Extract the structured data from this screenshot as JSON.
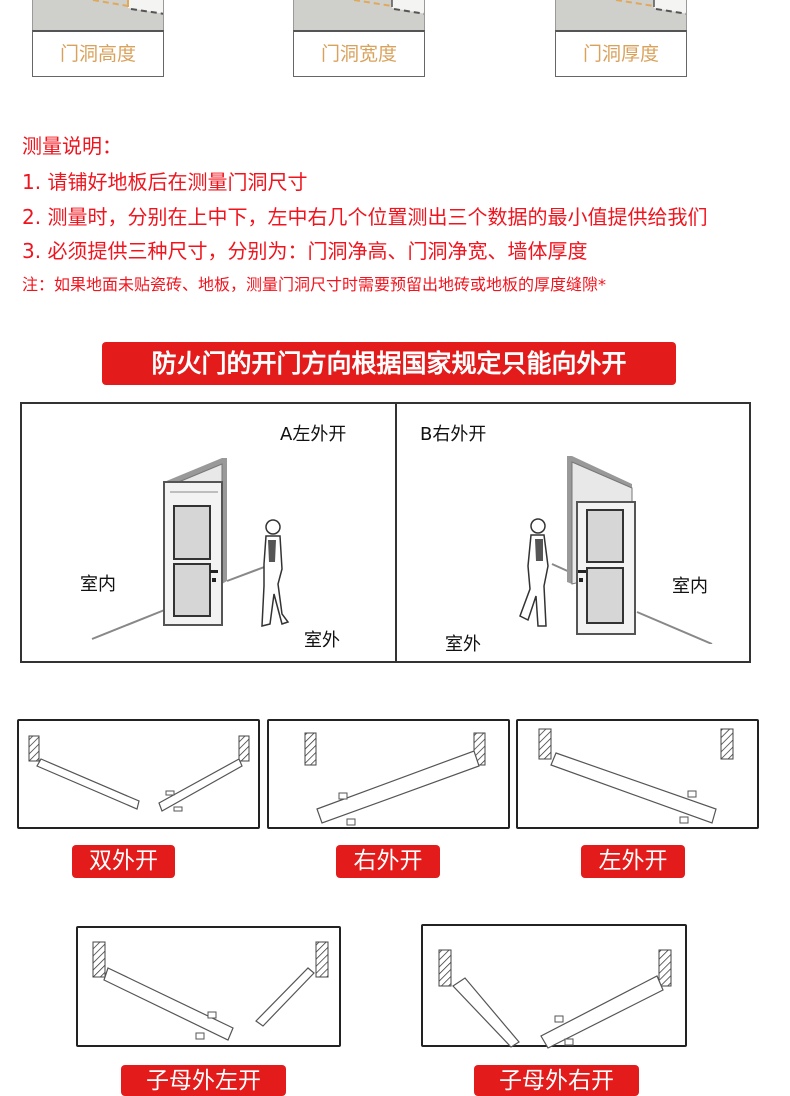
{
  "measure_cards": [
    {
      "label": "门洞高度"
    },
    {
      "label": "门洞宽度"
    },
    {
      "label": "门洞厚度"
    }
  ],
  "notes": {
    "title": "测量说明：",
    "items": [
      "1. 请铺好地板后在测量门洞尺寸",
      "2. 测量时，分别在上中下，左中右几个位置测出三个数据的最小值提供给我们",
      "3. 必须提供三种尺寸，分别为：门洞净高、门洞净宽、墙体厚度"
    ],
    "footnote": "注：如果地面未贴瓷砖、地板，测量门洞尺寸时需要预留出地砖或地板的厚度缝隙*"
  },
  "banner": {
    "text": "防火门的开门方向根据国家规定只能向外开"
  },
  "perspective": {
    "left_panel": {
      "title": "A左外开",
      "inside_label": "室内",
      "outside_label": "室外"
    },
    "right_panel": {
      "title": "B右外开",
      "inside_label": "室内",
      "outside_label": "室外"
    }
  },
  "plans": [
    {
      "label": "双外开"
    },
    {
      "label": "右外开"
    },
    {
      "label": "左外开"
    },
    {
      "label": "子母外左开"
    },
    {
      "label": "子母外右开"
    }
  ],
  "colors": {
    "accent_red": "#e41b1b",
    "note_red": "#f0141e",
    "card_label_gold": "#d9a25c",
    "wall_gray": "#cfcfcb"
  }
}
